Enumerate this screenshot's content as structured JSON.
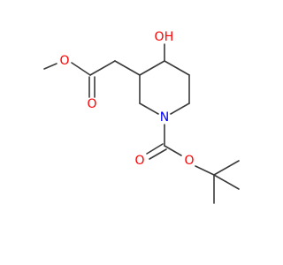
{
  "molecule": {
    "labels": {
      "hydroxyl_o": "O",
      "hydroxyl_h": "H",
      "ester_ether_o": "O",
      "ester_carbonyl_o": "O",
      "ring_n": "N",
      "carbamate_carbonyl_o": "O",
      "carbamate_ether_o": "O"
    },
    "colors": {
      "oxygen": "#ff0000",
      "nitrogen": "#0000ff",
      "bond": "#3a3a3a"
    }
  }
}
